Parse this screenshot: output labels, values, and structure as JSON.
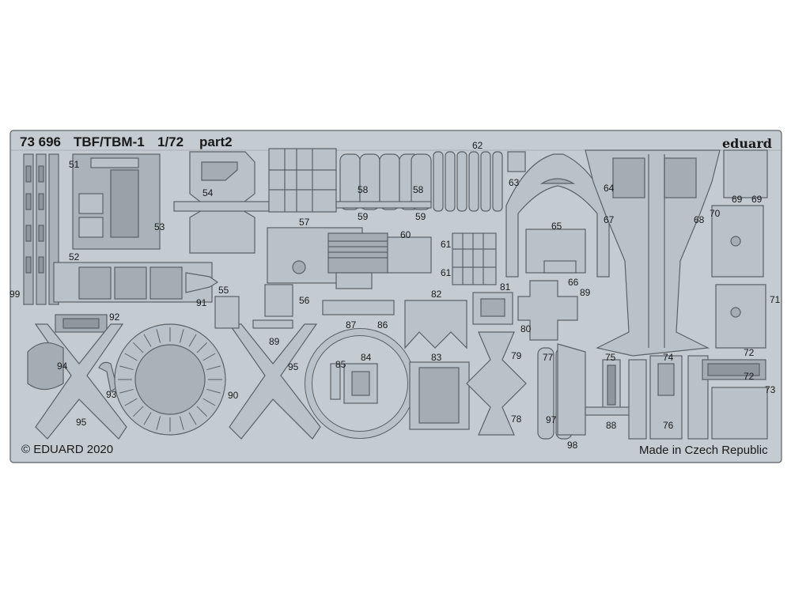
{
  "header": {
    "code": "73 696",
    "model": "TBF/TBM-1",
    "scale": "1/72",
    "part": "part2",
    "brand": "eduard"
  },
  "footer": {
    "copyright": "© EDUARD 2020",
    "origin": "Made in Czech Republic"
  },
  "part_numbers": {
    "p51": "51",
    "p52": "52",
    "p53": "53",
    "p54": "54",
    "p55": "55",
    "p56": "56",
    "p57": "57",
    "p58a": "58",
    "p58b": "58",
    "p59a": "59",
    "p59b": "59",
    "p60": "60",
    "p61a": "61",
    "p61b": "61",
    "p62": "62",
    "p63": "63",
    "p64": "64",
    "p65": "65",
    "p66": "66",
    "p67": "67",
    "p68": "68",
    "p69a": "69",
    "p69b": "69",
    "p70": "70",
    "p71": "71",
    "p72a": "72",
    "p72b": "72",
    "p73": "73",
    "p74": "74",
    "p75": "75",
    "p76": "76",
    "p77": "77",
    "p78": "78",
    "p79": "79",
    "p80": "80",
    "p81": "81",
    "p82": "82",
    "p83": "83",
    "p84": "84",
    "p85": "85",
    "p86": "86",
    "p87": "87",
    "p88": "88",
    "p89a": "89",
    "p89b": "89",
    "p90": "90",
    "p91": "91",
    "p92": "92",
    "p93": "93",
    "p94": "94",
    "p95a": "95",
    "p95b": "95",
    "p97": "97",
    "p98": "98",
    "p99": "99"
  },
  "colors": {
    "metal": "#b9c2c8",
    "outline": "#5a6268",
    "background": "#ffffff"
  }
}
